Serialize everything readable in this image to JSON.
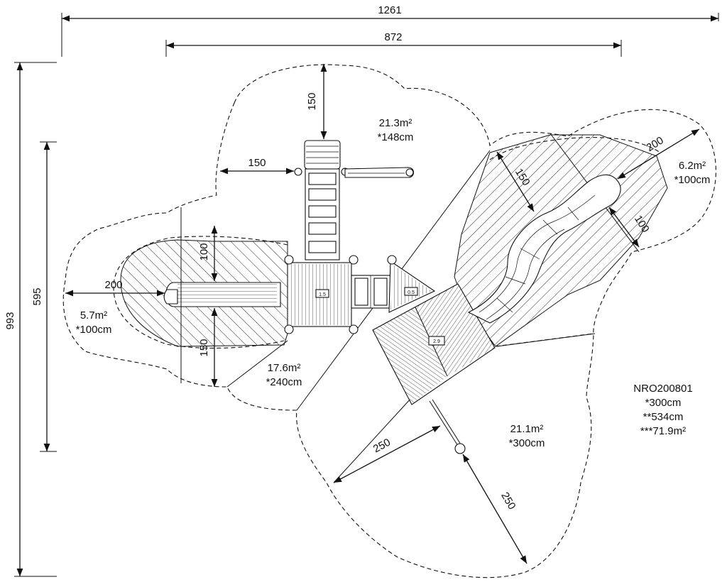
{
  "dimensions": {
    "overall_width": "1261",
    "inner_width": "872",
    "overall_height": "993",
    "inner_height": "595",
    "clearance_150_top": "150",
    "clearance_150_left": "150",
    "clearance_150_slide": "150",
    "clearance_200_slide": "200",
    "clearance_100_slide": "100",
    "clearance_200_tunnel": "200",
    "clearance_100_tunnel": "100",
    "clearance_150_tunnel": "150",
    "clearance_250_left": "250",
    "clearance_250_bottom": "250"
  },
  "zones": [
    {
      "area": "21.3m²",
      "fall": "*148cm"
    },
    {
      "area": "6.2m²",
      "fall": "*100cm"
    },
    {
      "area": "5.7m²",
      "fall": "*100cm"
    },
    {
      "area": "17.6m²",
      "fall": "*240cm"
    },
    {
      "area": "21.1m²",
      "fall": "*300cm"
    }
  ],
  "spec": {
    "code": "NRO200801",
    "height": "*300cm",
    "length": "**534cm",
    "area": "***71.9m²"
  },
  "tags": {
    "deck_left": "1.5",
    "deck_right": "0.5",
    "roof": "2.9"
  }
}
